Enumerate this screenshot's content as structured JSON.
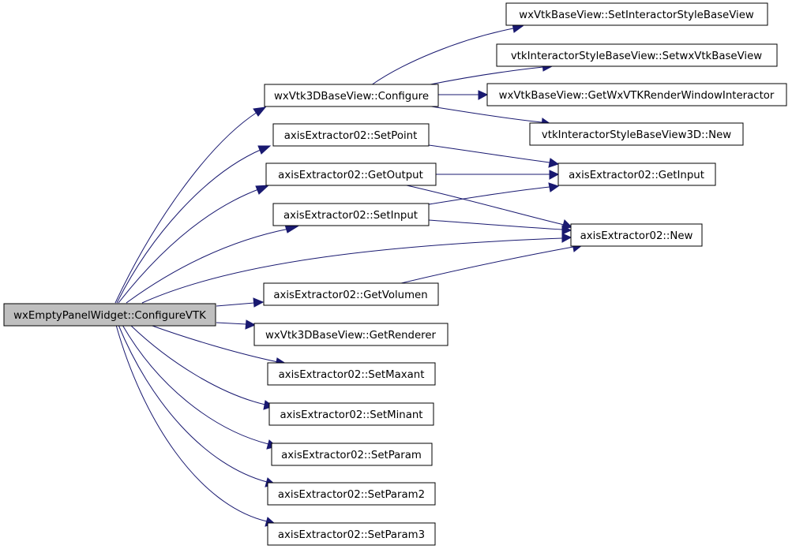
{
  "graph": {
    "edge_color": "#191970",
    "root_fill": "#bfbfbf",
    "nodes": {
      "root": "wxEmptyPanelWidget::ConfigureVTK",
      "configure": "wxVtk3DBaseView::Configure",
      "setPoint": "axisExtractor02::SetPoint",
      "getOutput": "axisExtractor02::GetOutput",
      "setInput": "axisExtractor02::SetInput",
      "getVolumen": "axisExtractor02::GetVolumen",
      "getRenderer": "wxVtk3DBaseView::GetRenderer",
      "setMaxant": "axisExtractor02::SetMaxant",
      "setMinant": "axisExtractor02::SetMinant",
      "setParam": "axisExtractor02::SetParam",
      "setParam2": "axisExtractor02::SetParam2",
      "setParam3": "axisExtractor02::SetParam3",
      "setInteractorStyleBaseView": "wxVtkBaseView::SetInteractorStyleBaseView",
      "setwxVtkBaseView": "vtkInteractorStyleBaseView::SetwxVtkBaseView",
      "getWxVTKRWI": "wxVtkBaseView::GetWxVTKRenderWindowInteractor",
      "isbv3dNew": "vtkInteractorStyleBaseView3D::New",
      "getInput": "axisExtractor02::GetInput",
      "ae02New": "axisExtractor02::New"
    }
  }
}
